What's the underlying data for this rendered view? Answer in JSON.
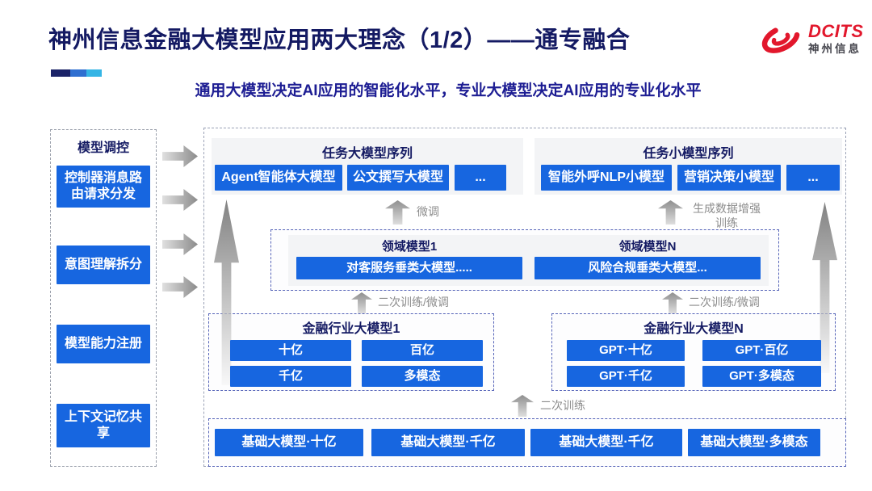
{
  "header": {
    "title": "神州信息金融大模型应用两大理念（1/2）——通专融合",
    "subtitle": "通用大模型决定AI应用的智能化水平，专业大模型决定AI应用的专业化水平",
    "logo": {
      "brand": "DCITS",
      "brand_cn": "神州信息"
    }
  },
  "colors": {
    "accent_blue": "#1766e0",
    "navy_text": "#141a63",
    "logo_red": "#e2172c",
    "accent_bar": [
      "#1b2368",
      "#2f6fd0",
      "#35b5e5"
    ]
  },
  "sidebar": {
    "title": "模型调控",
    "items": [
      {
        "label": "控制器消息路由请求分发"
      },
      {
        "label": "意图理解拆分"
      },
      {
        "label": "模型能力注册"
      },
      {
        "label": "上下文记忆共享"
      }
    ]
  },
  "task_large": {
    "title": "任务大模型序列",
    "items": [
      "Agent智能体大模型",
      "公文撰写大模型",
      "..."
    ]
  },
  "task_small": {
    "title": "任务小模型序列",
    "items": [
      "智能外呼NLP小模型",
      "营销决策小模型",
      "..."
    ]
  },
  "domain_models": {
    "left": {
      "title": "领域模型1",
      "item": "对客服务垂类大模型....."
    },
    "right": {
      "title": "领域模型N",
      "item": "风险合规垂类大模型..."
    }
  },
  "industry_left": {
    "title": "金融行业大模型1",
    "items": [
      "十亿",
      "百亿",
      "千亿",
      "多模态"
    ]
  },
  "industry_right": {
    "title": "金融行业大模型N",
    "items": [
      "GPT·十亿",
      "GPT·百亿",
      "GPT·千亿",
      "GPT·多模态"
    ]
  },
  "base_models": {
    "items": [
      "基础大模型·十亿",
      "基础大模型·千亿",
      "基础大模型·千亿",
      "基础大模型·多模态"
    ]
  },
  "arrow_labels": {
    "finetune": "微调",
    "gen_data": "生成数据增强训练",
    "retrain_left": "二次训练/微调",
    "retrain_right": "二次训练/微调",
    "second_train": "二次训练"
  }
}
